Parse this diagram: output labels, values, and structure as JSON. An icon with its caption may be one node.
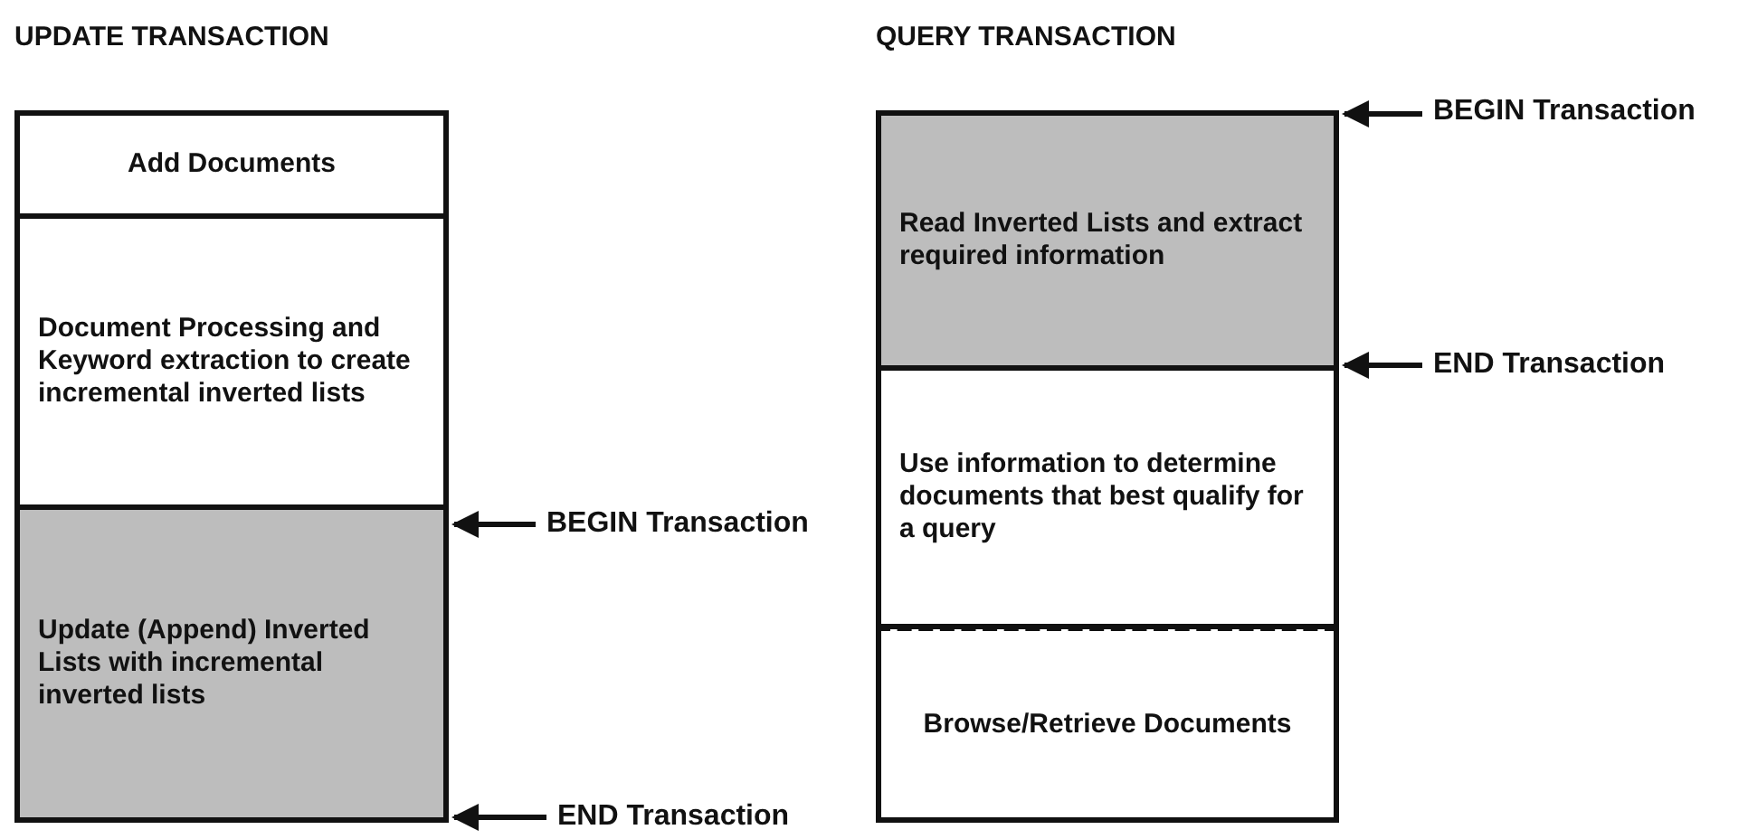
{
  "diagram": {
    "nodes": [
      {
        "text": [
          "Add Documents"
        ]
      },
      {
        "text": [
          "Document Processing and Keyword extraction to create incremental inverted lists"
        ]
      },
      {
        "text": [
          "Update (Append) Inverted Lists with incremental inverted lists"
        ]
      },
      {
        "text": [
          "Read Inverted Lists and extract required information"
        ]
      },
      {
        "text": [
          "Use information to determine documents that best qualify for a query"
        ]
      },
      {
        "text": [
          "Browse/Retrieve Documents"
        ]
      },
      {
        "text": [
          "BEGIN Transaction"
        ]
      },
      {
        "text": [
          "END Transaction"
        ]
      },
      {
        "text": [
          "BEGIN Transaction"
        ]
      },
      {
        "text": [
          "END Transaction"
        ]
      }
    ],
    "edges": [
      {
        "from": 6,
        "to": 2,
        "arrow": "to"
      },
      {
        "from": 7,
        "to": 2,
        "arrow": "to"
      },
      {
        "from": 8,
        "to": 3,
        "arrow": "to"
      },
      {
        "from": 9,
        "to": 3,
        "arrow": "to"
      }
    ],
    "labels": [
      "UPDATE TRANSACTION",
      "QUERY TRANSACTION"
    ]
  }
}
